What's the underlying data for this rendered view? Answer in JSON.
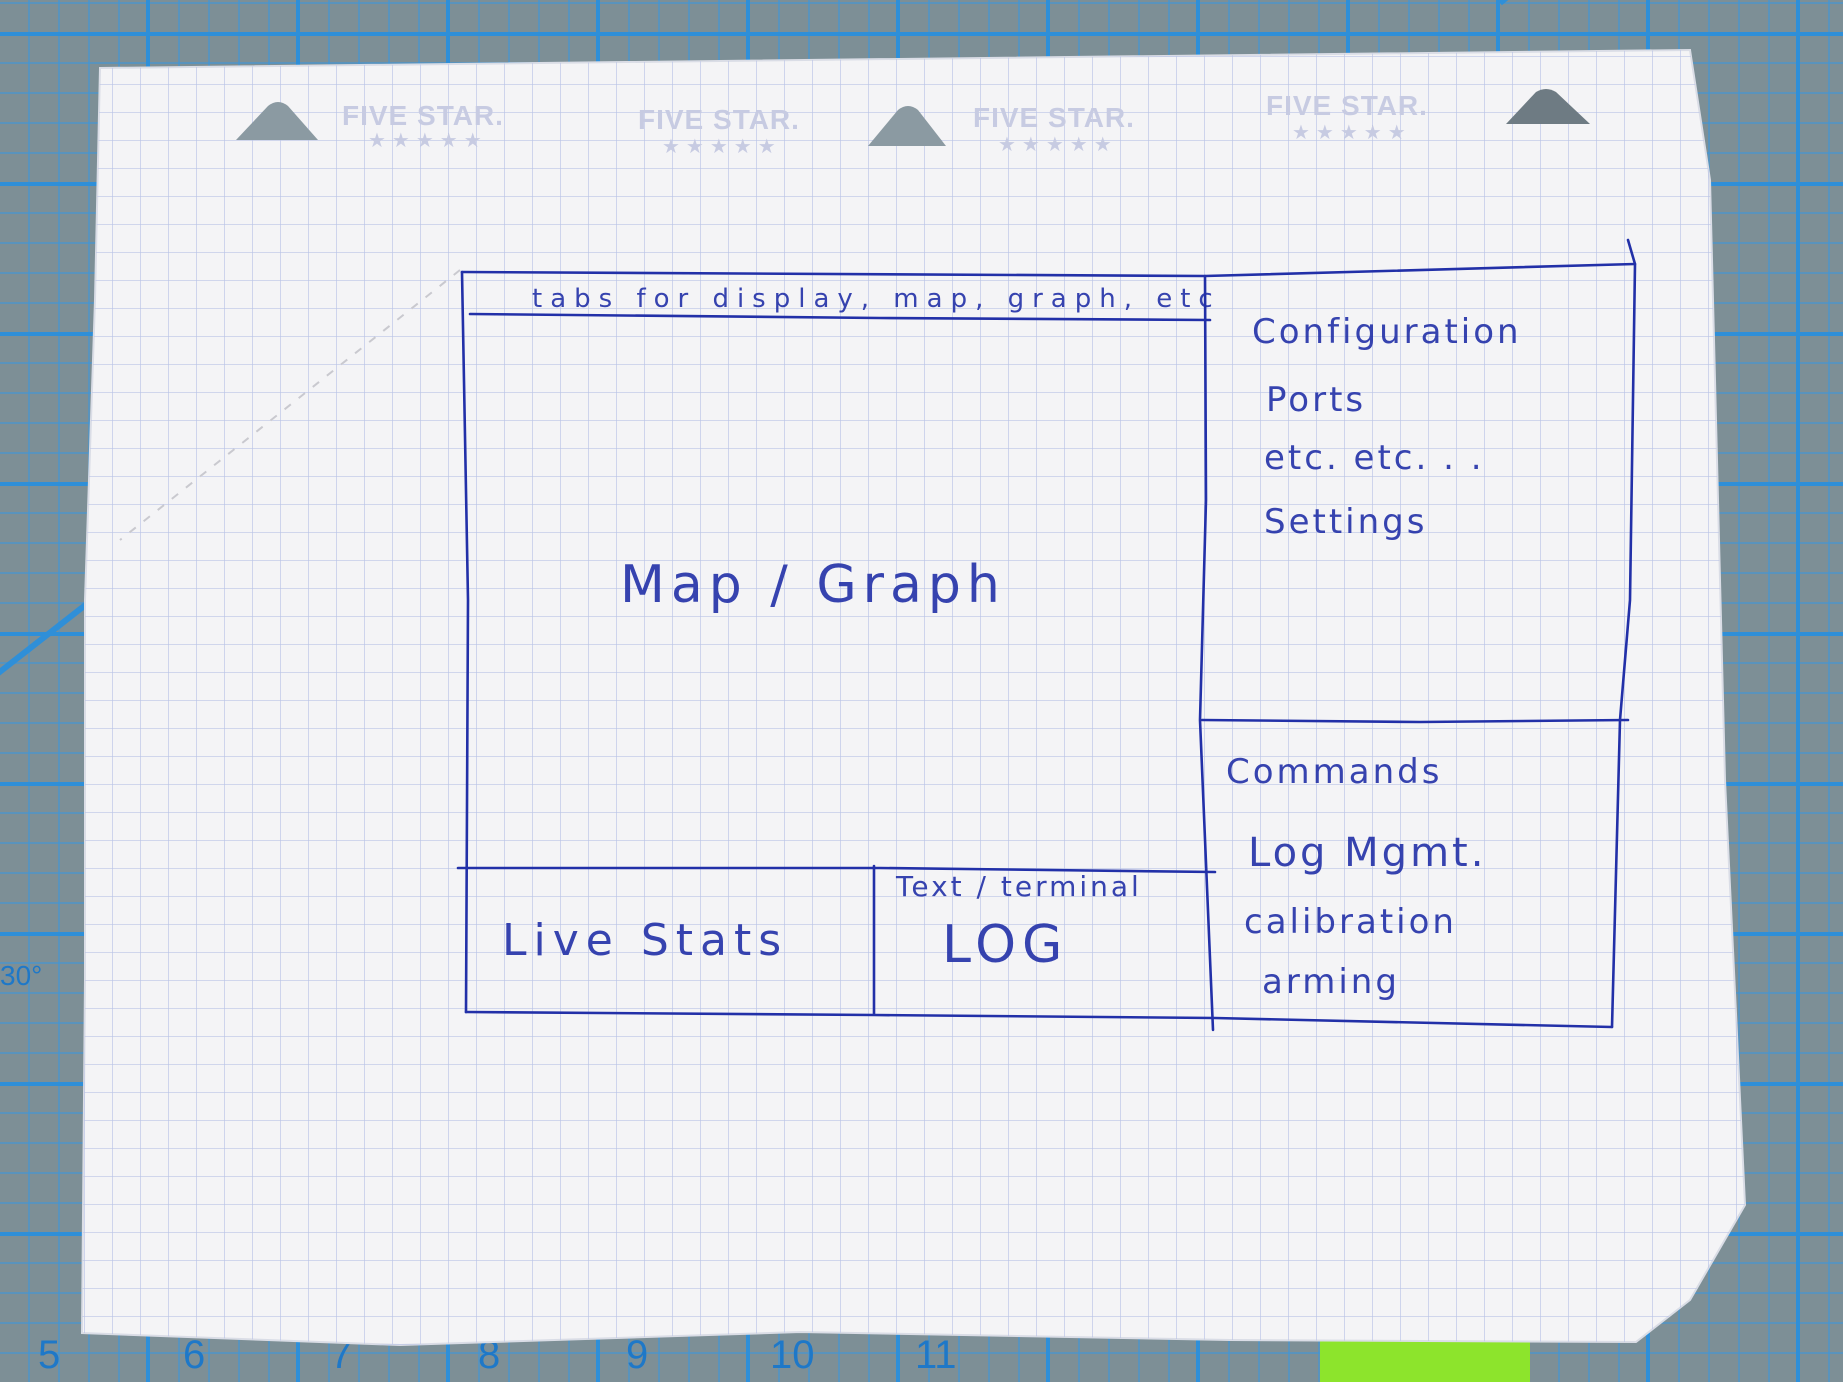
{
  "mat": {
    "numbers": [
      "5",
      "6",
      "7",
      "8",
      "9",
      "10",
      "11"
    ],
    "angle_label": "30°"
  },
  "notebook": {
    "brand_text": "FIVE STAR.",
    "brand_stars": "★★★★★"
  },
  "sketch": {
    "tabs_bar": "tabs for display, map, graph, etc",
    "main_panel": "Map / Graph",
    "live_stats": "Live Stats",
    "terminal_label": "Text / terminal",
    "terminal_log": "LOG",
    "config_items": [
      "Configuration",
      "Ports",
      "etc. etc. . .",
      "Settings"
    ],
    "command_items": [
      "Commands",
      "Log Mgmt.",
      "calibration",
      "arming"
    ]
  },
  "colors": {
    "ink": "#2230a8",
    "paper": "#f4f4f6",
    "paper_grid": "#b9c3e6",
    "mat_grid": "#2f8fd8"
  }
}
